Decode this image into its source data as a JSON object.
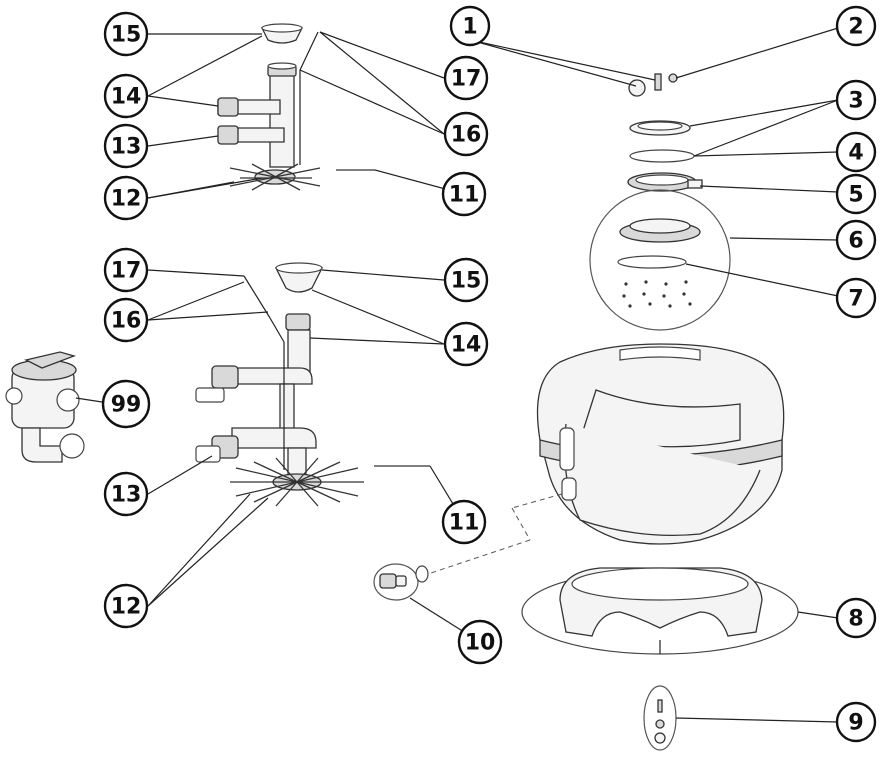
{
  "callouts": [
    {
      "id": "c1",
      "label": "1"
    },
    {
      "id": "c2",
      "label": "2"
    },
    {
      "id": "c3",
      "label": "3"
    },
    {
      "id": "c4",
      "label": "4"
    },
    {
      "id": "c5",
      "label": "5"
    },
    {
      "id": "c6",
      "label": "6"
    },
    {
      "id": "c7",
      "label": "7"
    },
    {
      "id": "c8",
      "label": "8"
    },
    {
      "id": "c9",
      "label": "9"
    },
    {
      "id": "c10",
      "label": "10"
    },
    {
      "id": "c11a",
      "label": "11"
    },
    {
      "id": "c11b",
      "label": "11"
    },
    {
      "id": "c12a",
      "label": "12"
    },
    {
      "id": "c12b",
      "label": "12"
    },
    {
      "id": "c13a",
      "label": "13"
    },
    {
      "id": "c13b",
      "label": "13"
    },
    {
      "id": "c14a",
      "label": "14"
    },
    {
      "id": "c14b",
      "label": "14"
    },
    {
      "id": "c15a",
      "label": "15"
    },
    {
      "id": "c15b",
      "label": "15"
    },
    {
      "id": "c16a",
      "label": "16"
    },
    {
      "id": "c16b",
      "label": "16"
    },
    {
      "id": "c17a",
      "label": "17"
    },
    {
      "id": "c17b",
      "label": "17"
    },
    {
      "id": "c99",
      "label": "99"
    }
  ]
}
